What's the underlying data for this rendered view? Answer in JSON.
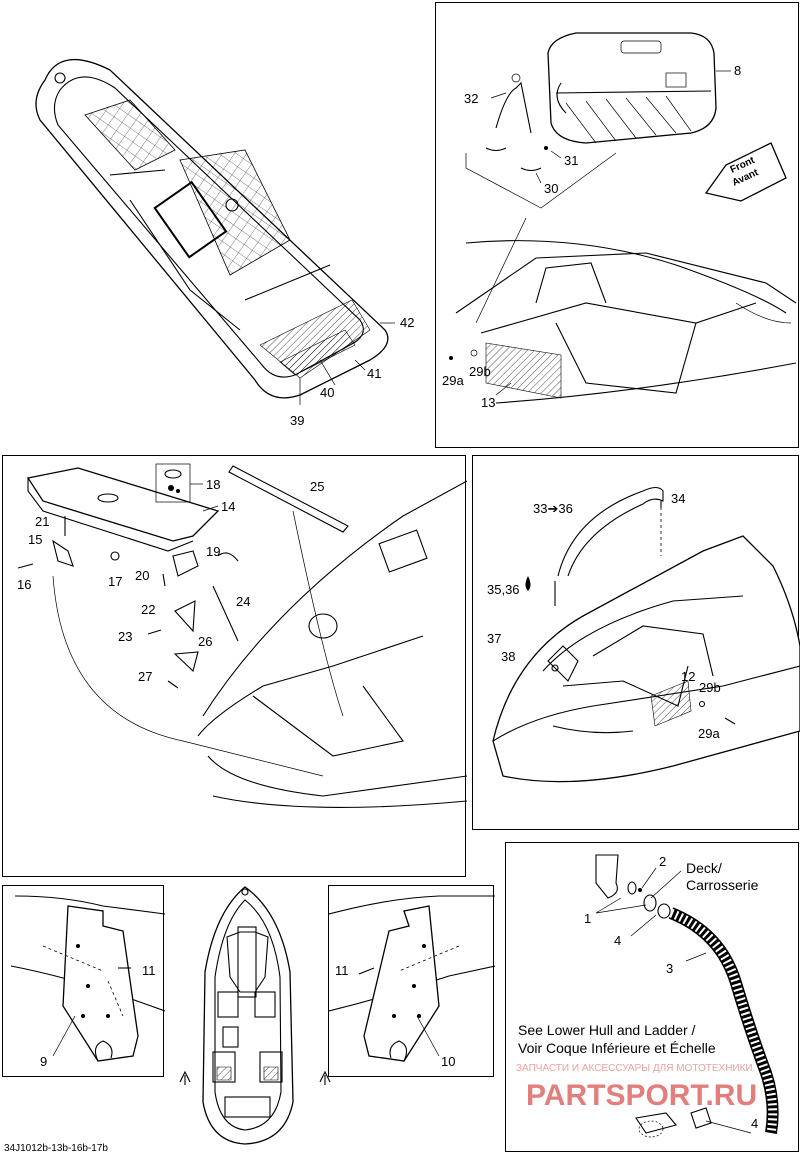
{
  "labels": {
    "p39": "39",
    "p40": "40",
    "p41": "41",
    "p42": "42",
    "p8": "8",
    "p32": "32",
    "p31": "31",
    "p30": "30",
    "p29a_top": "29a",
    "p29b_top": "29b",
    "p13": "13",
    "front_line1": "Front",
    "front_line2": "Avant",
    "p18": "18",
    "p14": "14",
    "p21": "21",
    "p15": "15",
    "p16": "16",
    "p17": "17",
    "p19": "19",
    "p20": "20",
    "p22": "22",
    "p24": "24",
    "p23": "23",
    "p26": "26",
    "p27": "27",
    "p25": "25",
    "p33_36": "33➔36",
    "p34": "34",
    "p35_36": "35,36",
    "p37": "37",
    "p38": "38",
    "p12": "12",
    "p29b_mid": "29b",
    "p29a_mid": "29a",
    "p2": "2",
    "deck_line1": "Deck/",
    "deck_line2": "Carrosserie",
    "p1": "1",
    "p4a": "4",
    "p3": "3",
    "p4b": "4",
    "lower_hull_line1": "See Lower Hull and Ladder /",
    "lower_hull_line2": "Voir Coque Inférieure et Échelle",
    "p11_left": "11",
    "p9": "9",
    "p11_right": "11",
    "p10": "10"
  },
  "watermark": {
    "line1": "ЗАПЧАСТИ И АКСЕССУАРЫ ДЛЯ МОТОТЕХНИКИ",
    "brand": "PARTSPORT.RU",
    "color": "#d9534f"
  },
  "footer": {
    "code": "34J1012b-13b-16b-17b"
  },
  "icons": {
    "oil_drop": "drop-icon",
    "front_arrow": "arrow-icon"
  }
}
